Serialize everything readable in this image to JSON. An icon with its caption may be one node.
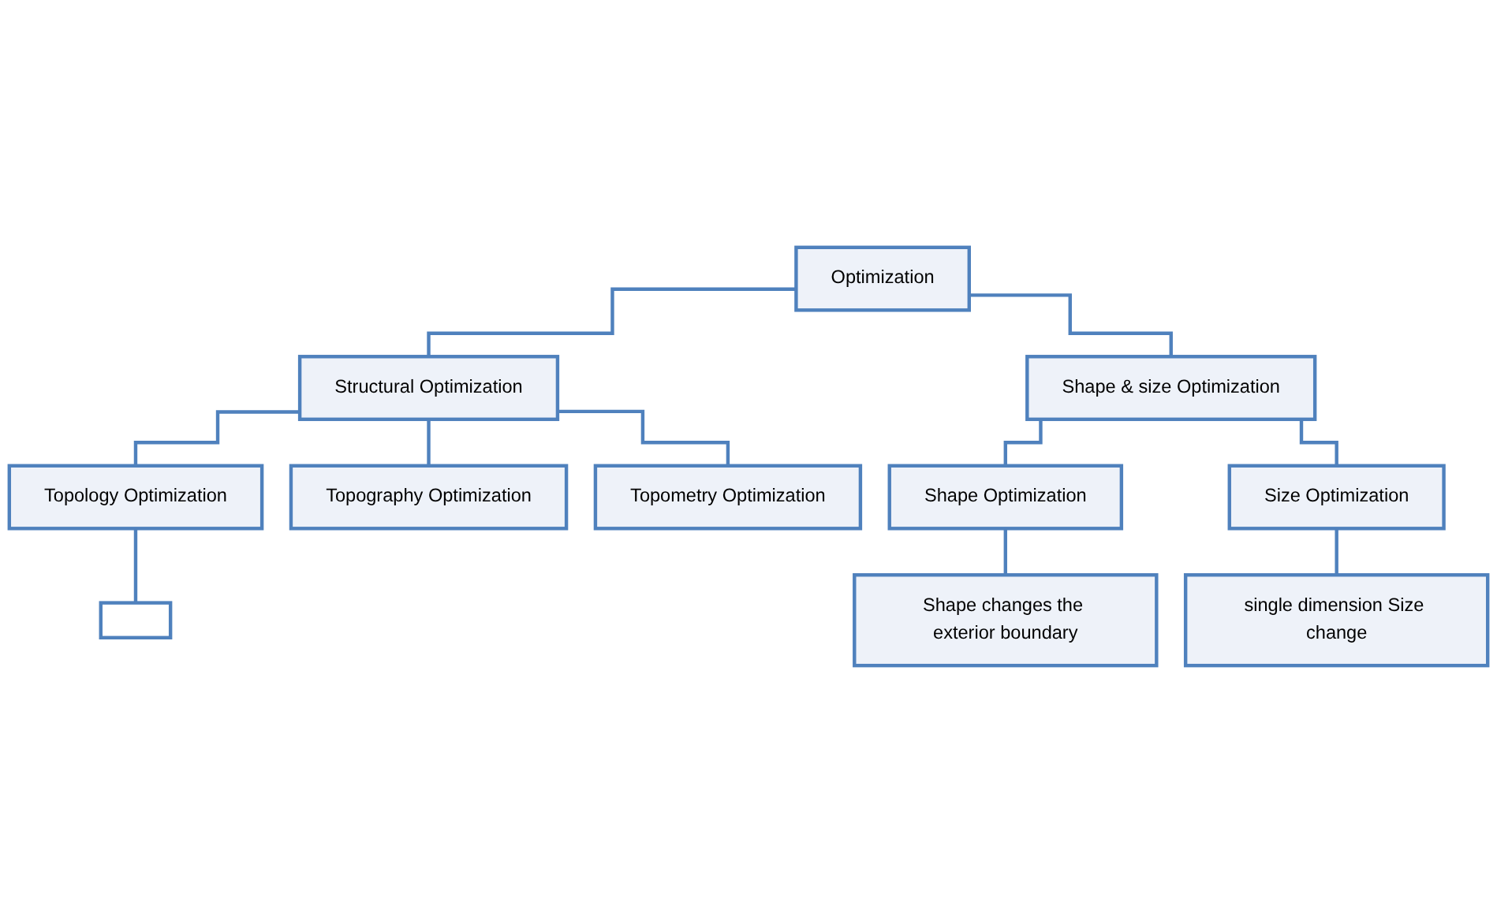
{
  "diagram": {
    "nodes": [
      {
        "text": [
          "Optimization"
        ]
      },
      {
        "text": [
          "Structural Optimization"
        ]
      },
      {
        "text": [
          "Shape & size Optimization"
        ]
      },
      {
        "text": [
          "Topology Optimization"
        ]
      },
      {
        "text": [
          "Topography Optimization"
        ]
      },
      {
        "text": [
          "Topometry Optimization"
        ]
      },
      {
        "text": [
          "Shape Optimization"
        ]
      },
      {
        "text": [
          "Size Optimization"
        ]
      },
      {
        "text": [],
        "shape": "box"
      },
      {
        "text": [
          "Shape changes the exterior boundary"
        ]
      },
      {
        "text": [
          "single dimension Size change"
        ]
      }
    ],
    "edges": [
      {
        "from": 0,
        "to": 1,
        "arrow": "none"
      },
      {
        "from": 0,
        "to": 2,
        "arrow": "none"
      },
      {
        "from": 1,
        "to": 3,
        "arrow": "none"
      },
      {
        "from": 1,
        "to": 4,
        "arrow": "none"
      },
      {
        "from": 1,
        "to": 5,
        "arrow": "none"
      },
      {
        "from": 2,
        "to": 6,
        "arrow": "none"
      },
      {
        "from": 2,
        "to": 7,
        "arrow": "none"
      },
      {
        "from": 3,
        "to": 8,
        "arrow": "none"
      },
      {
        "from": 6,
        "to": 9,
        "arrow": "none"
      },
      {
        "from": 7,
        "to": 10,
        "arrow": "none"
      }
    ]
  }
}
